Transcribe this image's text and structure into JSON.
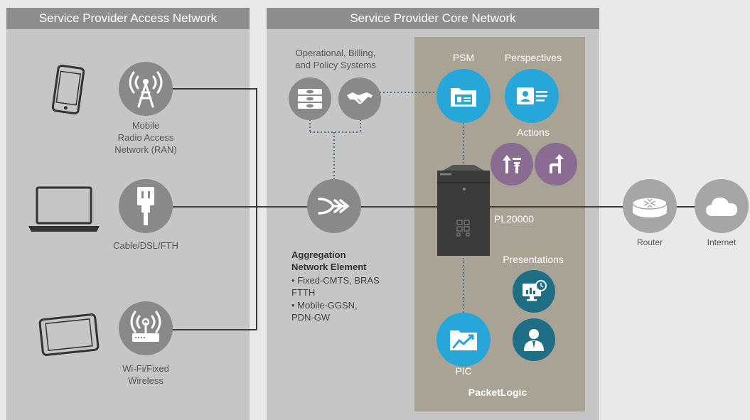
{
  "headers": {
    "access": "Service Provider Access Network",
    "core": "Service Provider Core Network"
  },
  "access": {
    "ran_label": "Mobile\nRadio Access\nNetwork (RAN)",
    "cable_label": "Cable/DSL/FTH",
    "wifi_label": "Wi-Fi/Fixed\nWireless"
  },
  "core": {
    "ops_label": "Operational, Billing,\nand Policy Systems",
    "agg_title": "Aggregation\nNetwork Element",
    "agg_bullets": [
      "• Fixed-CMTS, BRAS\n   FTTH",
      "• Mobile-GGSN,\n   PDN-GW"
    ]
  },
  "packetlogic": {
    "psm": "PSM",
    "perspectives": "Perspectives",
    "actions": "Actions",
    "pl20000": "PL20000",
    "presentations": "Presentations",
    "pic": "PIC",
    "name": "PacketLogic"
  },
  "external": {
    "router": "Router",
    "internet": "Internet"
  },
  "colors": {
    "blue": "#27a7d9",
    "teal": "#1e6e86",
    "purple": "#8a6b91",
    "grey": "#898989",
    "inner": "#a9a395"
  }
}
